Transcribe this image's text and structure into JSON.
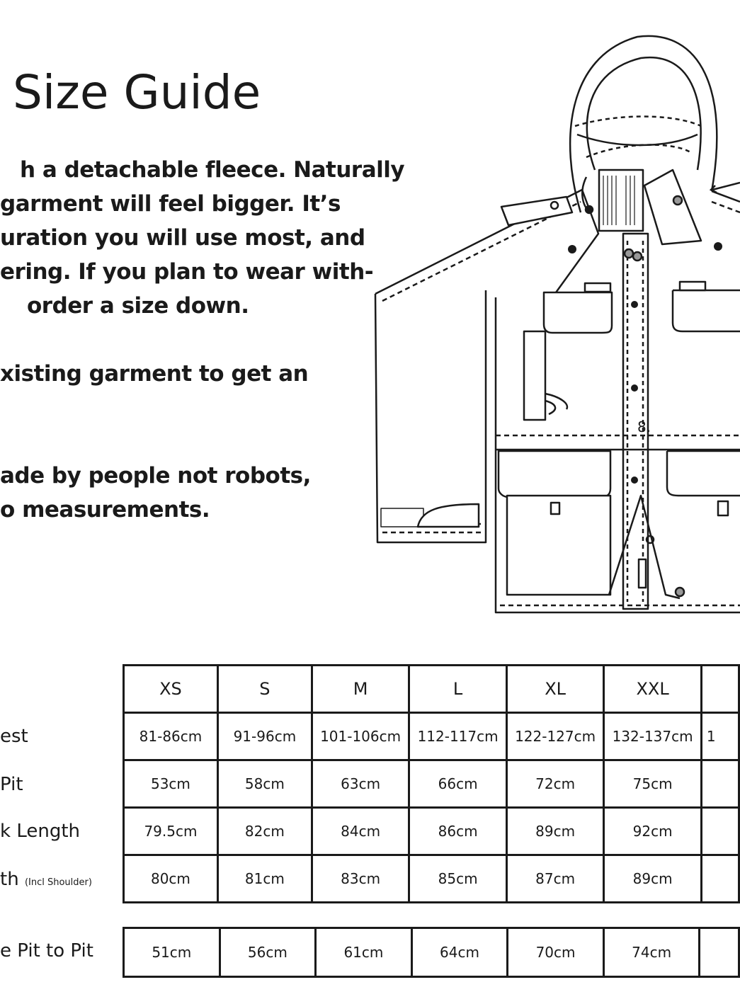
{
  "title": "Size Guide",
  "intro": {
    "lines": [
      "h a detachable fleece. Naturally",
      "garment will feel bigger. It’s",
      "uration you will use most, and",
      "ering. If you plan to wear with-",
      "order a size down.",
      "",
      "xisting garment to get an",
      "",
      "",
      "ade by people not robots,",
      "o measurements."
    ]
  },
  "illustration": {
    "callout_label": "8."
  },
  "table": {
    "sizes": [
      "XS",
      "S",
      "M",
      "L",
      "XL",
      "XXL",
      ""
    ],
    "rows": [
      {
        "label": "est",
        "note": "",
        "values": [
          "81-86cm",
          "91-96cm",
          "101-106cm",
          "112-117cm",
          "122-127cm",
          "132-137cm",
          "1"
        ]
      },
      {
        "label": "Pit",
        "note": "",
        "values": [
          "53cm",
          "58cm",
          "63cm",
          "66cm",
          "72cm",
          "75cm",
          ""
        ]
      },
      {
        "label": "k Length",
        "note": "",
        "values": [
          "79.5cm",
          "82cm",
          "84cm",
          "86cm",
          "89cm",
          "92cm",
          ""
        ]
      },
      {
        "label": "th",
        "note": "(Incl Shoulder)",
        "values": [
          "80cm",
          "81cm",
          "83cm",
          "85cm",
          "87cm",
          "89cm",
          ""
        ]
      }
    ],
    "fleece_row": {
      "label": "e Pit to Pit",
      "values": [
        "51cm",
        "56cm",
        "61cm",
        "64cm",
        "70cm",
        "74cm",
        ""
      ]
    }
  }
}
